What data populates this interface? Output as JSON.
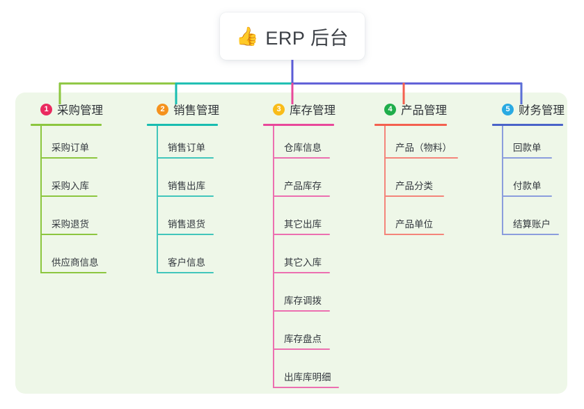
{
  "title": {
    "emoji": "👍",
    "emoji_name": "thumbs-up-icon",
    "text": "ERP 后台"
  },
  "colors": {
    "panel_bg": "#eef7e8",
    "page_bg": "#ffffff",
    "bus_green": "#7fc241",
    "bus_teal": "#14b5a6",
    "bus_purple": "#5b5bd6",
    "drop_pink": "#e8489a",
    "drop_red": "#f4604f",
    "drop_blue": "#5b6fd6",
    "text": "#33383e"
  },
  "columns": [
    {
      "index": "1",
      "badge_color": "#ea2a5f",
      "label": "采购管理",
      "head_rule_color": "#8cc63f",
      "line_color": "#8cc63f",
      "items": [
        "采购订单",
        "采购入库",
        "采购退货",
        "供应商信息"
      ]
    },
    {
      "index": "2",
      "badge_color": "#f5921e",
      "label": "销售管理",
      "head_rule_color": "#18bdb0",
      "line_color": "#41c6bb",
      "items": [
        "销售订单",
        "销售出库",
        "销售退货",
        "客户信息"
      ]
    },
    {
      "index": "3",
      "badge_color": "#f9bc19",
      "label": "库存管理",
      "head_rule_color": "#e8489a",
      "line_color": "#ec6fb0",
      "items": [
        "仓库信息",
        "产品库存",
        "其它出库",
        "其它入库",
        "库存调拨",
        "库存盘点",
        "出库库明细"
      ]
    },
    {
      "index": "4",
      "badge_color": "#1fad4b",
      "label": "产品管理",
      "head_rule_color": "#f4604f",
      "line_color": "#f4847a",
      "items": [
        "产品（物料）",
        "产品分类",
        "产品单位"
      ]
    },
    {
      "index": "5",
      "badge_color": "#29aae2",
      "label": "财务管理",
      "head_rule_color": "#4a63c8",
      "line_color": "#8b9ddd",
      "items": [
        "回款单",
        "付款单",
        "结算账户"
      ]
    }
  ]
}
